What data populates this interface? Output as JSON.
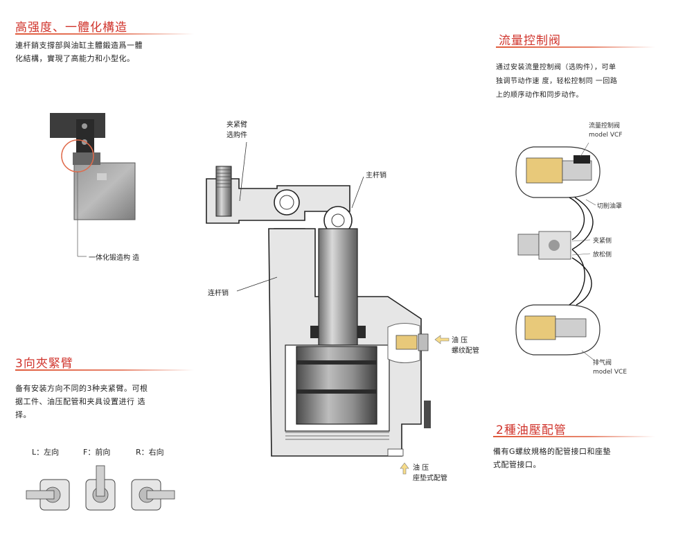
{
  "sections": {
    "strength": {
      "title": "高强度、一體化構造",
      "desc_line1": "連杆銷支撐部與油缸主體鍛造爲一體",
      "desc_line2": "化結構，實現了高能力和小型化。",
      "label": "一体化锻造构 造"
    },
    "clamp_arm": {
      "title": "3向夾緊臂",
      "desc_line1": "备有安装方向不同的3种夹紧臂。可根",
      "desc_line2": "据工件、油压配管和夹具设置进行 选",
      "desc_line3": "择。",
      "dir_l": "L：左向",
      "dir_f": "F：前向",
      "dir_r": "R：右向"
    },
    "flow_valve": {
      "title": "流量控制阀",
      "desc_line1": "通过安装流量控制阀（选购件），可单",
      "desc_line2": "独调节动作速 度，轻松控制同 一回路",
      "desc_line3": "上的顺序动作和同步动作。",
      "vcf_label": "流量控制阀",
      "vcf_model": "model VCF",
      "cut_oil": "切削油罩",
      "clamp_side": "夹紧侧",
      "release_side": "放松侧",
      "exhaust_valve": "排气阀",
      "vce_model": "model VCE"
    },
    "piping": {
      "title": "2種油壓配管",
      "desc_line1": "備有G螺紋規格的配管接口和座墊",
      "desc_line2": "式配管接口。"
    }
  },
  "center": {
    "clamp_arm_line1": "夹紧臂",
    "clamp_arm_line2": "选购件",
    "main_pin": "主杆销",
    "link_pin": "连杆销",
    "oil_thread_line1": "油 压",
    "oil_thread_line2": "螺纹配管",
    "oil_pad_line1": "油 压",
    "oil_pad_line2": "座垫式配管"
  },
  "colors": {
    "accent": "#d0342c",
    "body_gray": "#e6e6e6",
    "steel": "#8a8a8a",
    "brass": "#e8c97a"
  }
}
